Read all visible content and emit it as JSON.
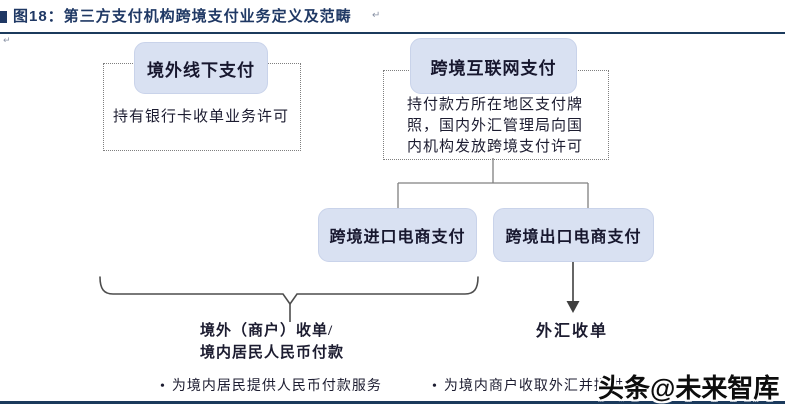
{
  "header": {
    "title": "图18：第三方支付机构跨境支付业务定义及范畴",
    "return_mark": "↵"
  },
  "diagram": {
    "offline_group": {
      "title": "境外线下支付",
      "note": "持有银行卡收单业务许可"
    },
    "internet_group": {
      "title": "跨境互联网支付",
      "note_lines": [
        "持付款方所在地区支付牌",
        "照，国内外汇管理局向国",
        "内机构发放跨境支付许可"
      ]
    },
    "import_label": "跨境进口电商支付",
    "export_label": "跨境出口电商支付",
    "fx_label": "外汇收单",
    "brace_label": [
      "境外（商户）收单/",
      "境内居民人民币付款"
    ],
    "bullets": {
      "marker": "•",
      "left": "为境内居民提供人民币付款服务",
      "right": "为境内商户收取外汇并提供"
    }
  },
  "watermark": "头条@未来智库",
  "colors": {
    "accent_navy": "#1f3864",
    "rule_navy": "#1b3a5c",
    "box_fill": "#d9e1f2",
    "box_border": "#c9d3ea",
    "dotted_border": "#7f7f7f",
    "connector_gray": "#808080",
    "text_dark": "#1c1c30"
  }
}
